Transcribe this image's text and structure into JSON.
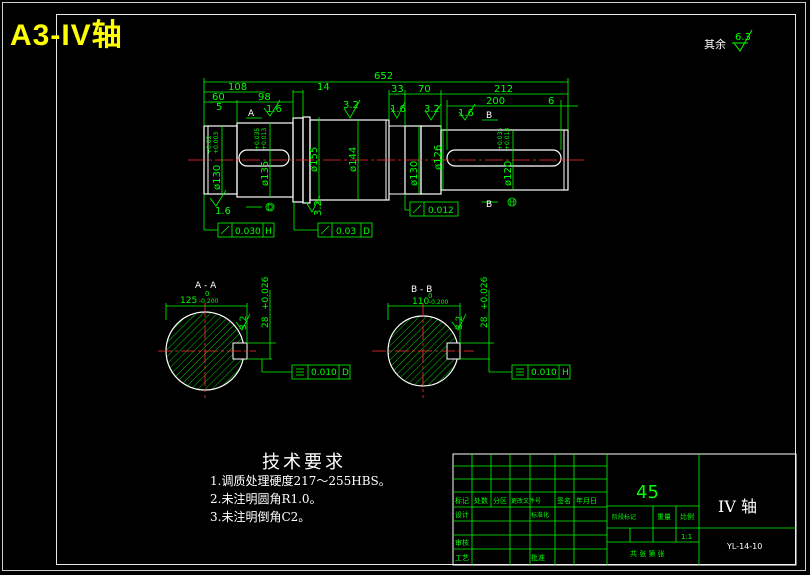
{
  "drawing": {
    "title": "A3-IV轴",
    "surface_finish_note": "其余",
    "surface_finish_value": "6.3"
  },
  "dimensions": {
    "overall_length": "652",
    "len_108": "108",
    "len_98": "98",
    "len_60": "60",
    "len_5": "5",
    "len_14": "14",
    "len_33": "33",
    "len_70": "70",
    "len_212": "212",
    "len_200": "200",
    "len_6": "6",
    "dia_130_left": "ø130",
    "dia_135": "ø135",
    "dia_155": "ø155",
    "dia_144": "ø144",
    "dia_130_right": "ø130",
    "dia_126": "ø126",
    "dia_120": "ø120",
    "tol_plus_left": "+0.02",
    "tol_minus_left": "+0.003",
    "tol_plus_mid": "+0.035",
    "tol_minus_mid": "+0.013",
    "tol_plus_right": "+0.035",
    "tol_minus_right": "+0.013",
    "roughness_32a": "3.2",
    "roughness_16a": "1.6",
    "roughness_32b": "3.2",
    "roughness_16b": "1.6",
    "roughness_32c": "3.2",
    "roughness_16c": "1.6",
    "roughness_16d": "1.6",
    "roughness_32d": "3.2",
    "section_a_mark": "A",
    "section_b_mark": "B"
  },
  "tolerances": {
    "runout_left": "0.030",
    "runout_left_datum": "H",
    "runout_mid": "0.03",
    "runout_mid_datum": "D",
    "runout_right": "0.012",
    "datum_d": "D",
    "datum_h": "H"
  },
  "section_aa": {
    "label": "A - A",
    "sub": "0",
    "width": "125",
    "width_tol": "-0.200",
    "key_depth": "28",
    "key_depth_tol": "+0.026",
    "roughness": "3.2",
    "sym_tol": "0.010",
    "sym_datum": "D"
  },
  "section_bb": {
    "label": "B - B",
    "sub": "0",
    "width": "110",
    "width_tol": "-0.200",
    "key_depth": "28",
    "key_depth_tol": "+0.026",
    "roughness": "3.2",
    "sym_tol": "0.010",
    "sym_datum": "H"
  },
  "tech_requirements": {
    "title": "技术要求",
    "items": [
      "1.调质处理硬度217～255HBS。",
      "2.未注明圆角R1.0。",
      "3.未注明倒角C2。"
    ]
  },
  "title_block": {
    "material": "45",
    "part_name": "IV  轴",
    "drawing_number": "YL-14-10",
    "row_labels": [
      "标记",
      "处数",
      "分区",
      "更改文件号",
      "签名",
      "年月日"
    ],
    "design": "设计",
    "standardize": "标准化",
    "review": "审核",
    "process": "工艺",
    "approve": "批准",
    "stage_mark": "阶段标记",
    "weight": "重量",
    "scale": "比例",
    "scale_value": "1:1",
    "sheets": "共  张  第  张"
  },
  "colors": {
    "outline": "#ffffff",
    "dimension": "#00ff00",
    "centerline": "#ff3030",
    "hatch": "#00ff00",
    "title": "#ffff00"
  }
}
